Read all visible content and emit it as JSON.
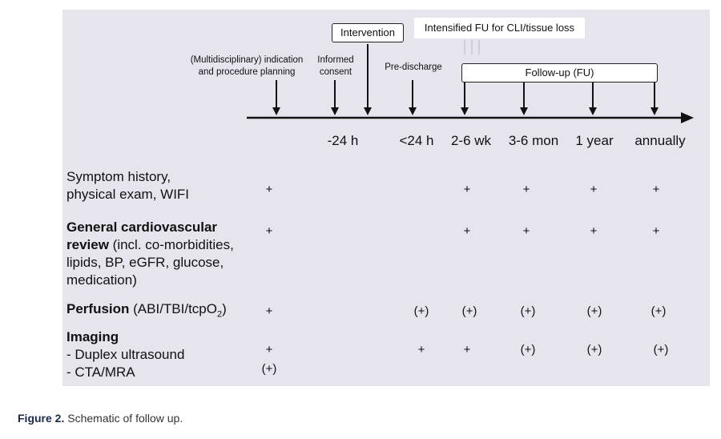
{
  "header_boxes": {
    "intervention": "Intervention",
    "intensified_fu": "Intensified FU for CLI/tissue loss",
    "follow_up": "Follow-up (FU)"
  },
  "top_labels": {
    "indication": [
      "(Multidisciplinary) indication",
      "and procedure planning"
    ],
    "consent": [
      "Informed",
      "consent"
    ],
    "pre_discharge": "Pre-discharge"
  },
  "timeline": [
    "-24 h",
    "<24 h",
    "2-6 wk",
    "3-6 mon",
    "1 year",
    "annually"
  ],
  "rows": {
    "symptom": {
      "label_lines": [
        "Symptom history,",
        "physical exam, WIFI"
      ],
      "cells": [
        "+",
        "+",
        "+",
        "+",
        "+"
      ]
    },
    "cardio": {
      "label_bold_1": "General cardiovascular",
      "label_bold_2": "review",
      "label_rest_2": " (incl. co-morbidities,",
      "label_line_3": "lipids, BP, eGFR, glucose,",
      "label_line_4": "medication)",
      "cells": [
        "+",
        "+",
        "+",
        "+",
        "+"
      ]
    },
    "perfusion": {
      "label_bold": "Perfusion",
      "label_rest_pre": " (ABI/TBI/tcpO",
      "label_sub": "2",
      "label_rest_post": ")",
      "cells": [
        "+",
        "(+)",
        "(+)",
        "(+)",
        "(+)",
        "(+)"
      ]
    },
    "imaging": {
      "label_bold": "Imaging",
      "sub_items": [
        "-  Duplex ultrasound",
        "-  CTA/MRA"
      ],
      "duplex_cells": [
        "+",
        "+",
        "+",
        "(+)",
        "(+)",
        "(+)"
      ],
      "cta_cells": [
        "(+)"
      ]
    }
  },
  "caption": {
    "figure": "Figure 2.",
    "text": " Schematic of follow up."
  }
}
